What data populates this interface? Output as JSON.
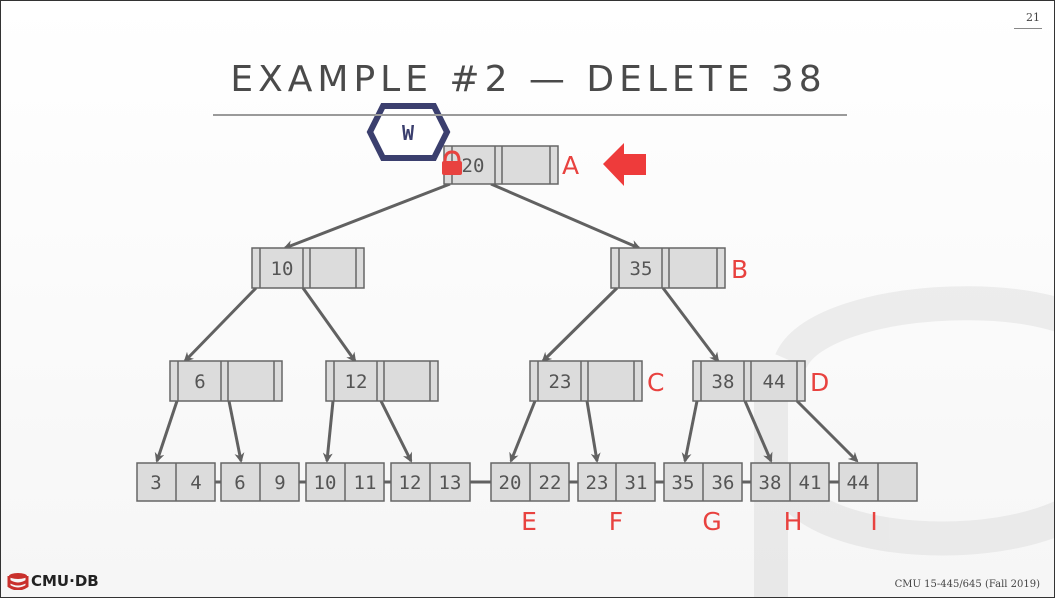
{
  "slide": {
    "number": "21",
    "title": "EXAMPLE #2 — DELETE 38",
    "footer_logo": "CMU·DB",
    "footer_course": "CMU 15-445/645 (Fall 2019)"
  },
  "lock_badge": {
    "text": "W"
  },
  "colors": {
    "accent": "#e8423f",
    "badge_border": "#3b3f6e",
    "node_fill": "#dcdcdc",
    "edge": "#616161"
  },
  "inner_nodes": [
    {
      "id": "A",
      "keys": [
        "20",
        ""
      ],
      "label": "A"
    },
    {
      "id": "B",
      "keys": [
        "35",
        ""
      ],
      "label": "B"
    },
    {
      "id": "n10",
      "keys": [
        "10",
        ""
      ],
      "label": ""
    },
    {
      "id": "n6",
      "keys": [
        "6",
        ""
      ],
      "label": ""
    },
    {
      "id": "n12",
      "keys": [
        "12",
        ""
      ],
      "label": ""
    },
    {
      "id": "C",
      "keys": [
        "23",
        ""
      ],
      "label": "C"
    },
    {
      "id": "D",
      "keys": [
        "38",
        "44"
      ],
      "label": "D"
    }
  ],
  "leaves": [
    {
      "keys": [
        "3",
        "4"
      ],
      "label": ""
    },
    {
      "keys": [
        "6",
        "9"
      ],
      "label": ""
    },
    {
      "keys": [
        "10",
        "11"
      ],
      "label": ""
    },
    {
      "keys": [
        "12",
        "13"
      ],
      "label": ""
    },
    {
      "keys": [
        "20",
        "22"
      ],
      "label": "E"
    },
    {
      "keys": [
        "23",
        "31"
      ],
      "label": "F"
    },
    {
      "keys": [
        "35",
        "36"
      ],
      "label": "G"
    },
    {
      "keys": [
        "38",
        "41"
      ],
      "label": "H"
    },
    {
      "keys": [
        "44",
        ""
      ],
      "label": "I"
    }
  ]
}
